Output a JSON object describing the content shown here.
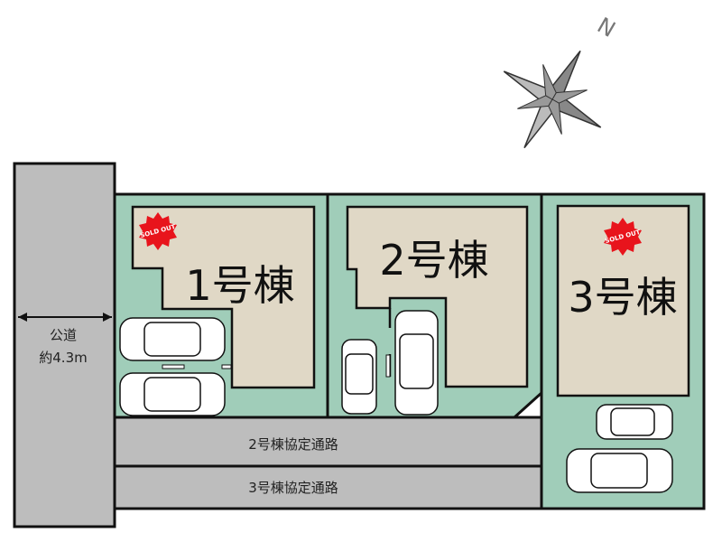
{
  "road": {
    "name": "公道",
    "width": "約4.3m"
  },
  "lots": [
    {
      "label": "1号棟",
      "status": "SOLD OUT"
    },
    {
      "label": "2号棟"
    },
    {
      "label": "3号棟",
      "status": "SOLD OUT"
    }
  ],
  "passages": [
    "2号棟協定通路",
    "3号棟協定通路"
  ],
  "compass": {
    "north_label": "N"
  },
  "colors": {
    "lot": "#a0cdb9",
    "building": "#e0d8c6",
    "road": "#bdbdbd",
    "sold": "#e8141c"
  }
}
